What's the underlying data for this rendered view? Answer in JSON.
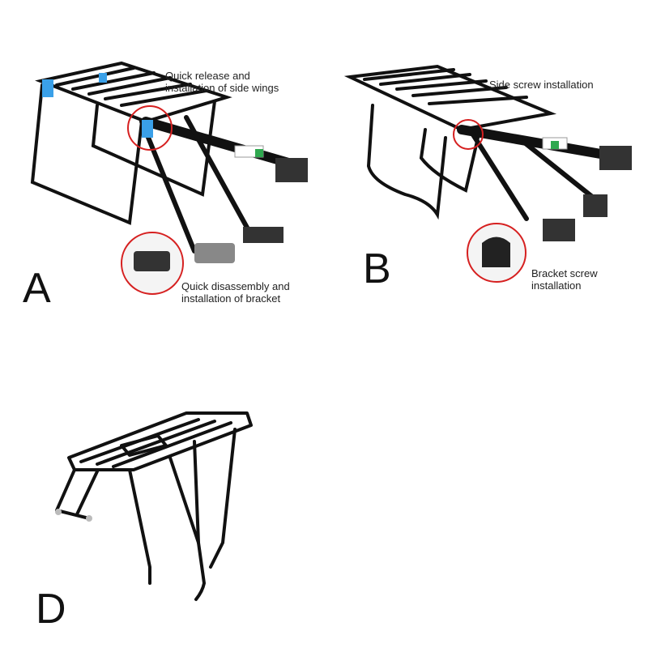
{
  "panels": [
    {
      "letter": "A",
      "captions": {
        "top_line1": "Quick release and",
        "top_line2": "installation of side wings",
        "bottom_line1": "Quick disassembly and",
        "bottom_line2": "installation of bracket"
      },
      "accent_color": "#3aa0e8",
      "highlight_color": "#d62020"
    },
    {
      "letter": "B",
      "captions": {
        "top_line1": "Side screw installation",
        "bottom_line1": "Bracket screw",
        "bottom_line2": "installation"
      },
      "highlight_color": "#d62020"
    },
    {
      "letter": "D"
    }
  ],
  "colors": {
    "rack": "#111111",
    "label_green": "#2fa84f"
  }
}
